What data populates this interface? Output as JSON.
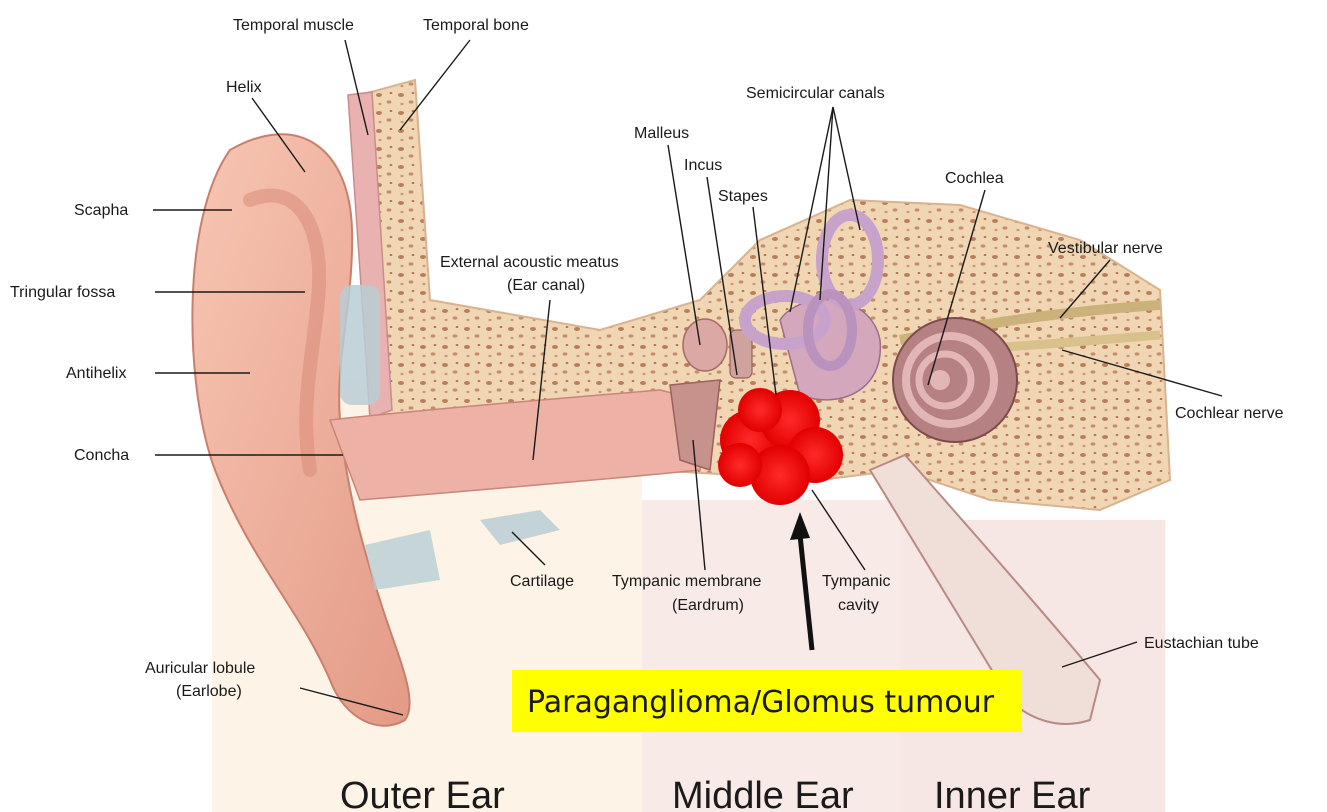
{
  "labels": {
    "temporal_muscle": "Temporal muscle",
    "temporal_bone": "Temporal bone",
    "helix": "Helix",
    "scapha": "Scapha",
    "triangular_fossa": "Tringular fossa",
    "antihelix": "Antihelix",
    "concha": "Concha",
    "auricular_lobule_1": "Auricular lobule",
    "auricular_lobule_2": "(Earlobe)",
    "external_meatus_1": "External acoustic meatus",
    "external_meatus_2": "(Ear canal)",
    "cartilage": "Cartilage",
    "malleus": "Malleus",
    "incus": "Incus",
    "stapes": "Stapes",
    "semicircular_canals": "Semicircular canals",
    "cochlea": "Cochlea",
    "vestibular_nerve": "Vestibular nerve",
    "cochlear_nerve": "Cochlear nerve",
    "tympanic_membrane_1": "Tympanic membrane",
    "tympanic_membrane_2": "(Eardrum)",
    "tympanic_cavity_1": "Tympanic",
    "tympanic_cavity_2": "cavity",
    "eustachian_tube": "Eustachian tube"
  },
  "regions": {
    "outer": "Outer Ear",
    "middle": "Middle Ear",
    "inner": "Inner Ear"
  },
  "highlight": {
    "text": "Paraganglioma/Glomus tumour",
    "box_color": "#ffff00",
    "tumour_color": "#ff0000"
  }
}
